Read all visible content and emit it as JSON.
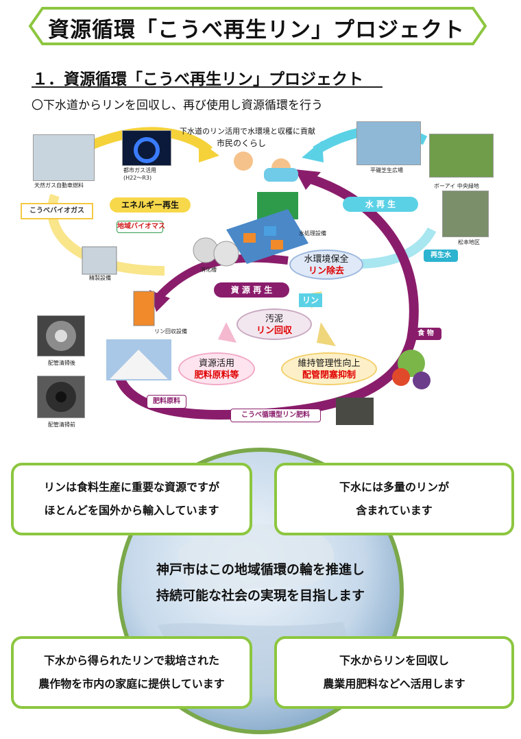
{
  "banner": {
    "title": "資源循環「こうべ再生リン」プロジェクト"
  },
  "section": {
    "heading": "１．資源循環「こうべ再生リン」プロジェクト",
    "subline": "〇下水道からリンを回収し、再び使用し資源循環を行う"
  },
  "diagram": {
    "top_caption": "下水道のリン活用で水環境と収穫に貢献",
    "citizen_label": "市民のくらし",
    "photo_captions": {
      "gas_station": "天然ガス自動車燃料",
      "gas_flame": "都市ガス活用",
      "gas_flame_period": "(H22〜R3)",
      "park": "平磯芝生広場",
      "boai": "ボーアイ 中央緑地",
      "matsumoto": "松本地区",
      "refinery": "精製設備",
      "digester": "消化槽",
      "treatment": "水処理設備",
      "recovery": "リン回収設備",
      "pipe_after": "配管清掃後",
      "pipe_before": "配管清掃前"
    },
    "labels": {
      "kobe_biogas": "こうべバイオガス",
      "energy": "エネルギー再生",
      "water": "水 再 生",
      "regional_biomass": "地域バイオマス",
      "recycled_water": "再生水",
      "resource": "資 源 再 生",
      "food": "食 物",
      "fertilizer_material": "肥料原料",
      "kobe_fertilizer": "こうべ循環型リン肥料",
      "phosphorus_arrow": "リン"
    },
    "ellipses": {
      "water_env": {
        "line1": "水環境保全",
        "line2": "リン除去"
      },
      "sludge": {
        "line1": "汚泥",
        "line2": "リン回収"
      },
      "resource_use": {
        "line1": "資源活用",
        "line2": "肥料原料等"
      },
      "maintenance": {
        "line1": "維持管理性向上",
        "line2": "配管閉塞抑制"
      }
    }
  },
  "cards": {
    "top_left": {
      "line1": "リンは食料生産に重要な資源ですが",
      "line2": "ほとんどを国外から輸入しています"
    },
    "top_right": {
      "line1": "下水には多量のリンが",
      "line2": "含まれています"
    },
    "center": {
      "line1": "神戸市はこの地域循環の輪を推進し",
      "line2": "持続可能な社会の実現を目指します"
    },
    "bottom_left": {
      "line1": "下水から得られたリンで栽培された",
      "line2": "農作物を市内の家庭に提供しています"
    },
    "bottom_right": {
      "line1": "下水からリンを回収し",
      "line2": "農業用肥料などへ活用します"
    }
  },
  "colors": {
    "banner_border": "#8cc63f",
    "card_border": "#8cc63f",
    "energy_arrow": "#f5d23a",
    "water_arrow": "#5bd1e6",
    "resource_arrow": "#8a1d6b",
    "accent_red": "#e00000"
  }
}
